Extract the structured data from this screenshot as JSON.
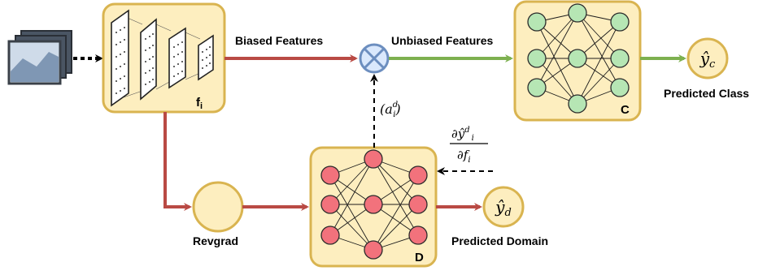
{
  "labels": {
    "biased_features": "Biased Features",
    "unbiased_features": "Unbiased Features",
    "revgrad": "Revgrad",
    "predicted_class": "Predicted Class",
    "predicted_domain": "Predicted Domain"
  },
  "boxes": {
    "feature_extractor": "f",
    "feature_extractor_sub": "i",
    "classifier": "C",
    "discriminator": "D"
  },
  "math": {
    "y_hat_c": "ŷ",
    "y_hat_c_sub": "c",
    "y_hat_d": "ŷ",
    "y_hat_d_sub": "d",
    "attention_open": "(a",
    "attention_sub": "i",
    "attention_sup": "d",
    "attention_close": ")",
    "grad_num_partial": "∂ŷ",
    "grad_num_sup": "d",
    "grad_num_sub": "i",
    "grad_den": "∂f",
    "grad_den_sub": "i"
  },
  "colors": {
    "box_fill": "#fdeebf",
    "box_stroke": "#d9b450",
    "red_arrow": "#b94a44",
    "green_arrow": "#7db04f",
    "neuron_green": "#b6e6b4",
    "neuron_red": "#f2727c",
    "combine_node": "#dae8fc"
  },
  "icons": [
    "image-stack-icon",
    "multiply-circle-icon"
  ]
}
